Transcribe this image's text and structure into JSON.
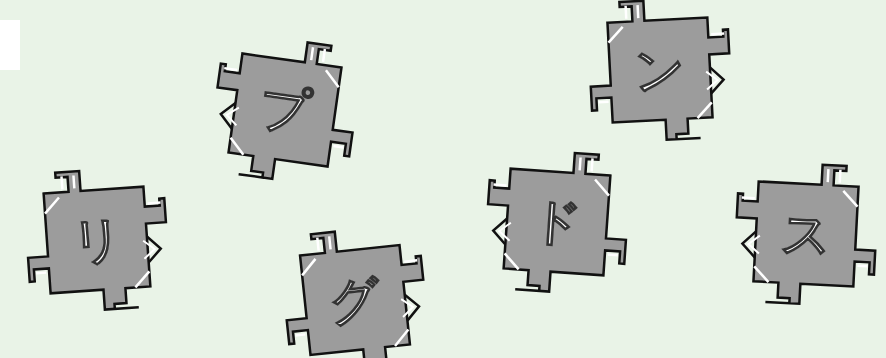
{
  "diagram": {
    "nodes": [
      {
        "text": [
          "リ"
        ]
      },
      {
        "text": [
          "プ"
        ]
      },
      {
        "text": [
          "グ"
        ]
      },
      {
        "text": [
          "ド"
        ]
      },
      {
        "text": [
          "ン"
        ]
      },
      {
        "text": [
          "ス"
        ]
      }
    ]
  }
}
